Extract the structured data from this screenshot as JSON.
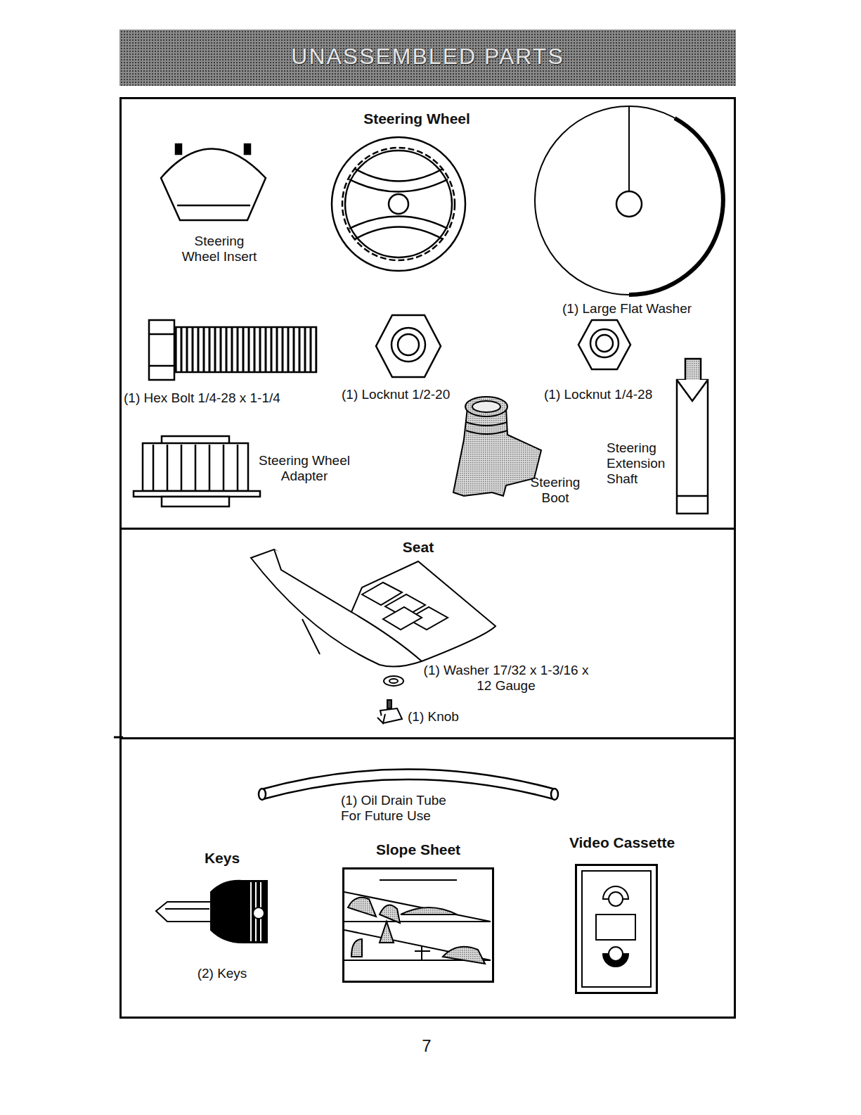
{
  "diagram": {
    "title": "UNASSEMBLED PARTS",
    "nodes": [
      {
        "text": [
          "Steering Wheel"
        ]
      },
      {
        "text": [
          "Seat"
        ]
      },
      {
        "text": [
          "Keys"
        ]
      },
      {
        "text": [
          "Slope Sheet"
        ],
        "in": 2
      },
      {
        "text": [
          "Video Cassette"
        ],
        "in": 2
      }
    ],
    "labels": [
      "Steering Wheel Insert",
      "(1) Large Flat Washer",
      "(1) Hex Bolt 1/4-28 x 1-1/4",
      "(1) Locknut 1/2-20",
      "(1) Locknut 1/4-28",
      "Steering Wheel Adapter",
      "Steering Extension Shaft",
      "Steering Boot",
      "(1) Washer 17/32 x 1-3/16 x 12 Gauge",
      "(1) Knob",
      "(1) Oil Drain Tube For Future Use",
      "(2) Keys",
      "7"
    ]
  }
}
